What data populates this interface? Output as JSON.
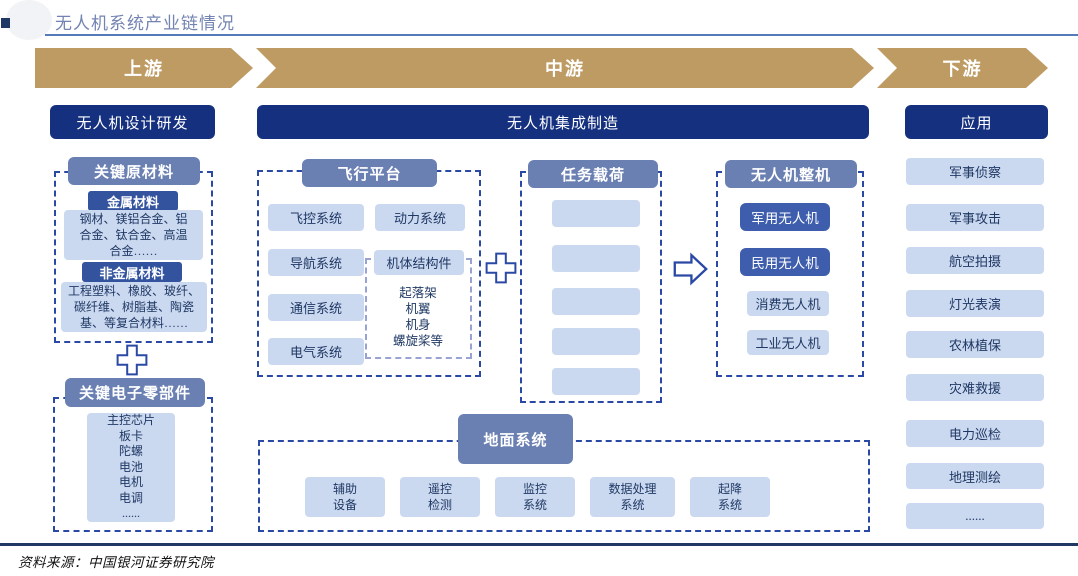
{
  "colors": {
    "stage_gold": "#bf9b64",
    "band_navy": "#14307f",
    "header_blue": "#6b80b2",
    "sub_blue": "#33539f",
    "item_blue": "#3e5ead",
    "light_blue": "#cbd9f0",
    "dashed_border": "#2a49a5",
    "inner_dashed_border": "#98a3d4",
    "title_color": "#7384b2",
    "text_navy": "#1f3864"
  },
  "header": {
    "title": "无人机系统产业链情况",
    "source": "资料来源：中国银河证券研究院"
  },
  "stages": {
    "up": "上游",
    "mid": "中游",
    "down": "下游"
  },
  "bands": {
    "design": "无人机设计研发",
    "mfg": "无人机集成制造",
    "app": "应用"
  },
  "upstream": {
    "raw_header": "关键原材料",
    "metal_header": "金属材料",
    "metal_lines": [
      "钢材、镁铝合金、铝",
      "合金、钛合金、高温",
      "合金……"
    ],
    "nonmetal_header": "非金属材料",
    "nonmetal_lines": [
      "工程塑料、橡胶、玻纤、",
      "碳纤维、树脂基、陶瓷",
      "基、等复合材料……"
    ],
    "elec_header": "关键电子零部件",
    "elec_items": [
      "主控芯片",
      "板卡",
      "陀螺",
      "电池",
      "电机",
      "电调",
      "......"
    ]
  },
  "midstream": {
    "flight": {
      "header": "飞行平台",
      "items": [
        "飞控系统",
        "导航系统",
        "通信系统",
        "电气系统"
      ],
      "power": "动力系统",
      "structure": "机体结构件",
      "structure_items": [
        "起落架",
        "机翼",
        "机身",
        "螺旋桨等"
      ]
    },
    "payload": {
      "header": "任务载荷",
      "empty_count": 5
    },
    "whole": {
      "header": "无人机整机",
      "dark": [
        "军用无人机",
        "民用无人机"
      ],
      "light": [
        "消费无人机",
        "工业无人机"
      ]
    },
    "ground": {
      "header": "地面系统",
      "items": [
        [
          "辅助",
          "设备"
        ],
        [
          "遥控",
          "检测"
        ],
        [
          "监控",
          "系统"
        ],
        [
          "数据处理",
          "系统"
        ],
        [
          "起降",
          "系统"
        ]
      ]
    }
  },
  "downstream": {
    "items": [
      "军事侦察",
      "军事攻击",
      "航空拍摄",
      "灯光表演",
      "农林植保",
      "灾难救援",
      "电力巡检",
      "地理测绘",
      "......"
    ]
  }
}
